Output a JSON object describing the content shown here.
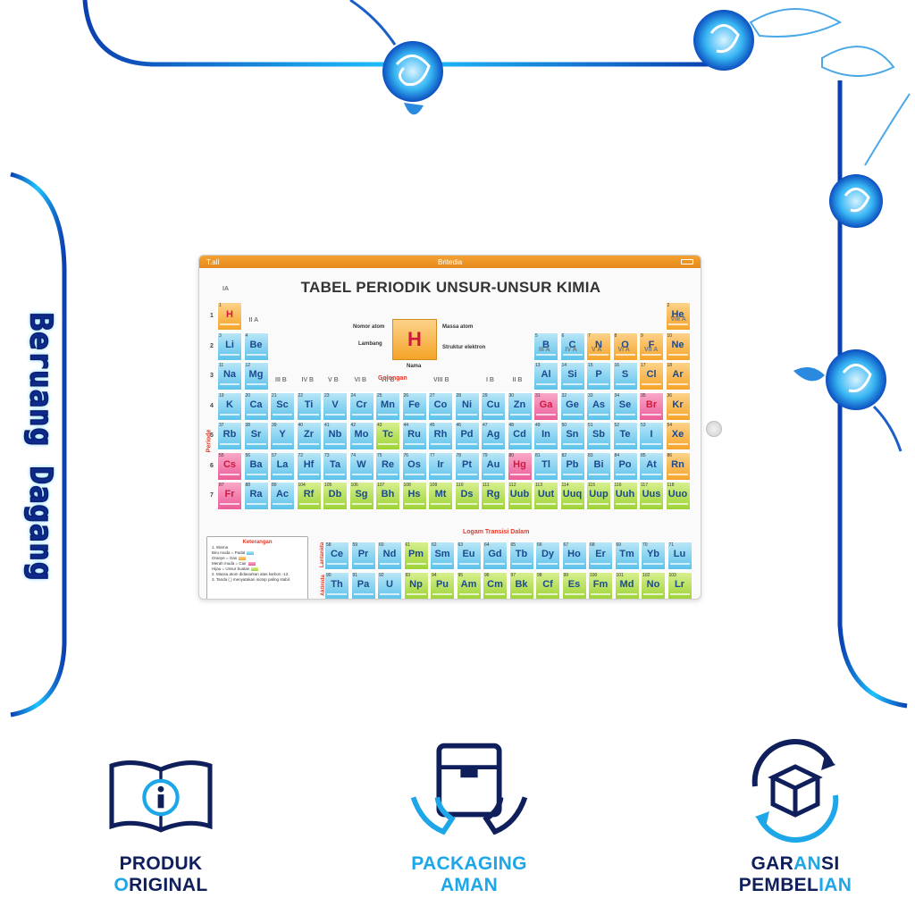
{
  "brand": {
    "text": "Beruang Dagang"
  },
  "tablet": {
    "status_left": "T.all",
    "status_center": "Britedia",
    "title": "TABEL PERIODIK UNSUR-UNSUR KIMIA",
    "key": {
      "symbol": "H",
      "nomor_atom": "Nomor atom",
      "lambang": "Lambang",
      "nama": "Nama",
      "massa_atom": "Massa atom",
      "struktur": "Struktur elektron"
    },
    "periode_label": "Periode",
    "golongan_label": "Golongan",
    "ltd_label": "Logam Transisi Dalam",
    "lantanida": "Lantanida",
    "aktinida": "Aktinida",
    "group_labels": [
      "IA",
      "II A",
      "III B",
      "IV B",
      "V B",
      "VI B",
      "VII B",
      "VIII B",
      "I B",
      "II B",
      "III A",
      "IV A",
      "V A",
      "VI A",
      "VII A",
      "VIII A"
    ],
    "periods": [
      "1",
      "2",
      "3",
      "4",
      "5",
      "6",
      "7",
      "6",
      "7"
    ],
    "keterangan": {
      "title": "Keterangan",
      "lines": [
        "1.  Warna",
        "Biru muda  = Padat",
        "Oranye  = Gas",
        "Merah muda  = Cair",
        "Hijau  = Unsur buatan",
        "2.  Massa atom didasarkan atas karbon -12.",
        "3.  Tanda ( ) menyatakan isotop paling stabil."
      ]
    },
    "elements": [
      {
        "n": "1",
        "s": "H",
        "t": "h"
      },
      {
        "n": "2",
        "s": "He",
        "t": "gas"
      },
      {
        "n": "3",
        "s": "Li",
        "t": "solid"
      },
      {
        "n": "4",
        "s": "Be",
        "t": "solid"
      },
      {
        "n": "5",
        "s": "B",
        "t": "solid"
      },
      {
        "n": "6",
        "s": "C",
        "t": "solid"
      },
      {
        "n": "7",
        "s": "N",
        "t": "gas"
      },
      {
        "n": "8",
        "s": "O",
        "t": "gas"
      },
      {
        "n": "9",
        "s": "F",
        "t": "gas"
      },
      {
        "n": "10",
        "s": "Ne",
        "t": "gas"
      },
      {
        "n": "11",
        "s": "Na",
        "t": "solid"
      },
      {
        "n": "12",
        "s": "Mg",
        "t": "solid"
      },
      {
        "n": "13",
        "s": "Al",
        "t": "solid"
      },
      {
        "n": "14",
        "s": "Si",
        "t": "solid"
      },
      {
        "n": "15",
        "s": "P",
        "t": "solid"
      },
      {
        "n": "16",
        "s": "S",
        "t": "solid"
      },
      {
        "n": "17",
        "s": "Cl",
        "t": "gas"
      },
      {
        "n": "18",
        "s": "Ar",
        "t": "gas"
      },
      {
        "n": "19",
        "s": "K",
        "t": "solid"
      },
      {
        "n": "20",
        "s": "Ca",
        "t": "solid"
      },
      {
        "n": "21",
        "s": "Sc",
        "t": "solid"
      },
      {
        "n": "22",
        "s": "Ti",
        "t": "solid"
      },
      {
        "n": "23",
        "s": "V",
        "t": "solid"
      },
      {
        "n": "24",
        "s": "Cr",
        "t": "solid"
      },
      {
        "n": "25",
        "s": "Mn",
        "t": "solid"
      },
      {
        "n": "26",
        "s": "Fe",
        "t": "solid"
      },
      {
        "n": "27",
        "s": "Co",
        "t": "solid"
      },
      {
        "n": "28",
        "s": "Ni",
        "t": "solid"
      },
      {
        "n": "29",
        "s": "Cu",
        "t": "solid"
      },
      {
        "n": "30",
        "s": "Zn",
        "t": "solid"
      },
      {
        "n": "31",
        "s": "Ga",
        "t": "liquid"
      },
      {
        "n": "32",
        "s": "Ge",
        "t": "solid"
      },
      {
        "n": "33",
        "s": "As",
        "t": "solid"
      },
      {
        "n": "34",
        "s": "Se",
        "t": "solid"
      },
      {
        "n": "35",
        "s": "Br",
        "t": "liquid"
      },
      {
        "n": "36",
        "s": "Kr",
        "t": "gas"
      },
      {
        "n": "37",
        "s": "Rb",
        "t": "solid"
      },
      {
        "n": "38",
        "s": "Sr",
        "t": "solid"
      },
      {
        "n": "39",
        "s": "Y",
        "t": "solid"
      },
      {
        "n": "40",
        "s": "Zr",
        "t": "solid"
      },
      {
        "n": "41",
        "s": "Nb",
        "t": "solid"
      },
      {
        "n": "42",
        "s": "Mo",
        "t": "solid"
      },
      {
        "n": "43",
        "s": "Tc",
        "t": "syn"
      },
      {
        "n": "44",
        "s": "Ru",
        "t": "solid"
      },
      {
        "n": "45",
        "s": "Rh",
        "t": "solid"
      },
      {
        "n": "46",
        "s": "Pd",
        "t": "solid"
      },
      {
        "n": "47",
        "s": "Ag",
        "t": "solid"
      },
      {
        "n": "48",
        "s": "Cd",
        "t": "solid"
      },
      {
        "n": "49",
        "s": "In",
        "t": "solid"
      },
      {
        "n": "50",
        "s": "Sn",
        "t": "solid"
      },
      {
        "n": "51",
        "s": "Sb",
        "t": "solid"
      },
      {
        "n": "52",
        "s": "Te",
        "t": "solid"
      },
      {
        "n": "53",
        "s": "I",
        "t": "solid"
      },
      {
        "n": "54",
        "s": "Xe",
        "t": "gas"
      },
      {
        "n": "55",
        "s": "Cs",
        "t": "liquid"
      },
      {
        "n": "56",
        "s": "Ba",
        "t": "solid"
      },
      {
        "n": "57",
        "s": "La",
        "t": "solid"
      },
      {
        "n": "72",
        "s": "Hf",
        "t": "solid"
      },
      {
        "n": "73",
        "s": "Ta",
        "t": "solid"
      },
      {
        "n": "74",
        "s": "W",
        "t": "solid"
      },
      {
        "n": "75",
        "s": "Re",
        "t": "solid"
      },
      {
        "n": "76",
        "s": "Os",
        "t": "solid"
      },
      {
        "n": "77",
        "s": "Ir",
        "t": "solid"
      },
      {
        "n": "78",
        "s": "Pt",
        "t": "solid"
      },
      {
        "n": "79",
        "s": "Au",
        "t": "solid"
      },
      {
        "n": "80",
        "s": "Hg",
        "t": "liquid"
      },
      {
        "n": "81",
        "s": "Tl",
        "t": "solid"
      },
      {
        "n": "82",
        "s": "Pb",
        "t": "solid"
      },
      {
        "n": "83",
        "s": "Bi",
        "t": "solid"
      },
      {
        "n": "84",
        "s": "Po",
        "t": "solid"
      },
      {
        "n": "85",
        "s": "At",
        "t": "solid"
      },
      {
        "n": "86",
        "s": "Rn",
        "t": "gas"
      },
      {
        "n": "87",
        "s": "Fr",
        "t": "liquid"
      },
      {
        "n": "88",
        "s": "Ra",
        "t": "solid"
      },
      {
        "n": "89",
        "s": "Ac",
        "t": "solid"
      },
      {
        "n": "104",
        "s": "Rf",
        "t": "syn"
      },
      {
        "n": "105",
        "s": "Db",
        "t": "syn"
      },
      {
        "n": "106",
        "s": "Sg",
        "t": "syn"
      },
      {
        "n": "107",
        "s": "Bh",
        "t": "syn"
      },
      {
        "n": "108",
        "s": "Hs",
        "t": "syn"
      },
      {
        "n": "109",
        "s": "Mt",
        "t": "syn"
      },
      {
        "n": "110",
        "s": "Ds",
        "t": "syn"
      },
      {
        "n": "111",
        "s": "Rg",
        "t": "syn"
      },
      {
        "n": "112",
        "s": "Uub",
        "t": "syn"
      },
      {
        "n": "113",
        "s": "Uut",
        "t": "syn"
      },
      {
        "n": "114",
        "s": "Uuq",
        "t": "syn"
      },
      {
        "n": "115",
        "s": "Uup",
        "t": "syn"
      },
      {
        "n": "116",
        "s": "Uuh",
        "t": "syn"
      },
      {
        "n": "117",
        "s": "Uus",
        "t": "syn"
      },
      {
        "n": "118",
        "s": "Uuo",
        "t": "syn"
      }
    ],
    "lanthanides": [
      {
        "n": "58",
        "s": "Ce",
        "t": "solid"
      },
      {
        "n": "59",
        "s": "Pr",
        "t": "solid"
      },
      {
        "n": "60",
        "s": "Nd",
        "t": "solid"
      },
      {
        "n": "61",
        "s": "Pm",
        "t": "syn"
      },
      {
        "n": "62",
        "s": "Sm",
        "t": "solid"
      },
      {
        "n": "63",
        "s": "Eu",
        "t": "solid"
      },
      {
        "n": "64",
        "s": "Gd",
        "t": "solid"
      },
      {
        "n": "65",
        "s": "Tb",
        "t": "solid"
      },
      {
        "n": "66",
        "s": "Dy",
        "t": "solid"
      },
      {
        "n": "67",
        "s": "Ho",
        "t": "solid"
      },
      {
        "n": "68",
        "s": "Er",
        "t": "solid"
      },
      {
        "n": "69",
        "s": "Tm",
        "t": "solid"
      },
      {
        "n": "70",
        "s": "Yb",
        "t": "solid"
      },
      {
        "n": "71",
        "s": "Lu",
        "t": "solid"
      }
    ],
    "actinides": [
      {
        "n": "90",
        "s": "Th",
        "t": "solid"
      },
      {
        "n": "91",
        "s": "Pa",
        "t": "solid"
      },
      {
        "n": "92",
        "s": "U",
        "t": "solid"
      },
      {
        "n": "93",
        "s": "Np",
        "t": "syn"
      },
      {
        "n": "94",
        "s": "Pu",
        "t": "syn"
      },
      {
        "n": "95",
        "s": "Am",
        "t": "syn"
      },
      {
        "n": "96",
        "s": "Cm",
        "t": "syn"
      },
      {
        "n": "97",
        "s": "Bk",
        "t": "syn"
      },
      {
        "n": "98",
        "s": "Cf",
        "t": "syn"
      },
      {
        "n": "99",
        "s": "Es",
        "t": "syn"
      },
      {
        "n": "100",
        "s": "Fm",
        "t": "syn"
      },
      {
        "n": "101",
        "s": "Md",
        "t": "syn"
      },
      {
        "n": "102",
        "s": "No",
        "t": "syn"
      },
      {
        "n": "103",
        "s": "Lr",
        "t": "syn"
      }
    ]
  },
  "features": [
    {
      "icon": "book-info-icon",
      "line1_a": "PRODUK",
      "line1_b": "",
      "line2_a": "",
      "line2_hl": "O",
      "line2_b": "RIGINAL"
    },
    {
      "icon": "package-hands-icon",
      "line1_a": "",
      "line1_hl": "PAC",
      "line1_b": "KAGING",
      "line2_a": "A",
      "line2_hl": "MAN",
      "line2_b": ""
    },
    {
      "icon": "box-cycle-icon",
      "line1_a": "GAR",
      "line1_hl": "AN",
      "line1_b": "SI",
      "line2_a": "PEMBEL",
      "line2_hl": "IAN",
      "line2_b": ""
    }
  ],
  "colors": {
    "accent": "#1ea7e8",
    "dark": "#0f1f5c",
    "frame": "#1aa3e6"
  }
}
